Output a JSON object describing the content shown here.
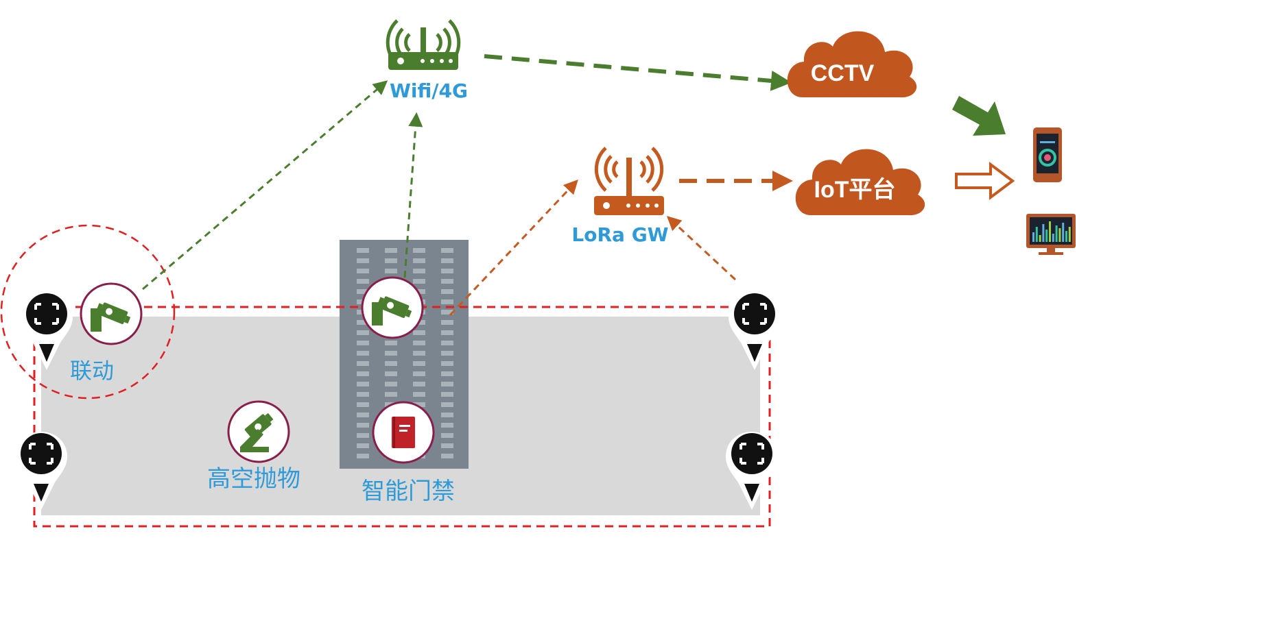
{
  "colors": {
    "wifi_green": "#4b7d2e",
    "lora_orange": "#c45a1e",
    "cloud_orange": "#c1561f",
    "label_blue": "#2e9bd8",
    "dashed_red": "#e02020",
    "camera_ring": "#8a1e4a",
    "building_gray": "#7b8590",
    "area_gray": "#d9d9d9",
    "access_red": "#c0222a"
  },
  "nodes": {
    "wifi_gateway": {
      "label": "Wifi/4G",
      "icon": "wifi-router-icon"
    },
    "lora_gateway": {
      "label": "LoRa GW",
      "icon": "lora-router-icon"
    },
    "cctv_cloud": {
      "label": "CCTV",
      "icon": "cloud-icon"
    },
    "iot_cloud": {
      "label": "IoT平台",
      "icon": "cloud-icon"
    },
    "phone": {
      "icon": "smartphone-dashboard-icon"
    },
    "monitor": {
      "icon": "monitor-dashboard-icon"
    }
  },
  "zones": {
    "linkage": {
      "label": "联动"
    },
    "high_altitude": {
      "label": "高空抛物"
    },
    "access_control": {
      "label": "智能门禁"
    }
  },
  "icons": {
    "camera": "cctv-camera-icon",
    "upward_camera": "upward-camera-icon",
    "door": "door-access-icon",
    "sensor": "sensor-pin-icon"
  }
}
